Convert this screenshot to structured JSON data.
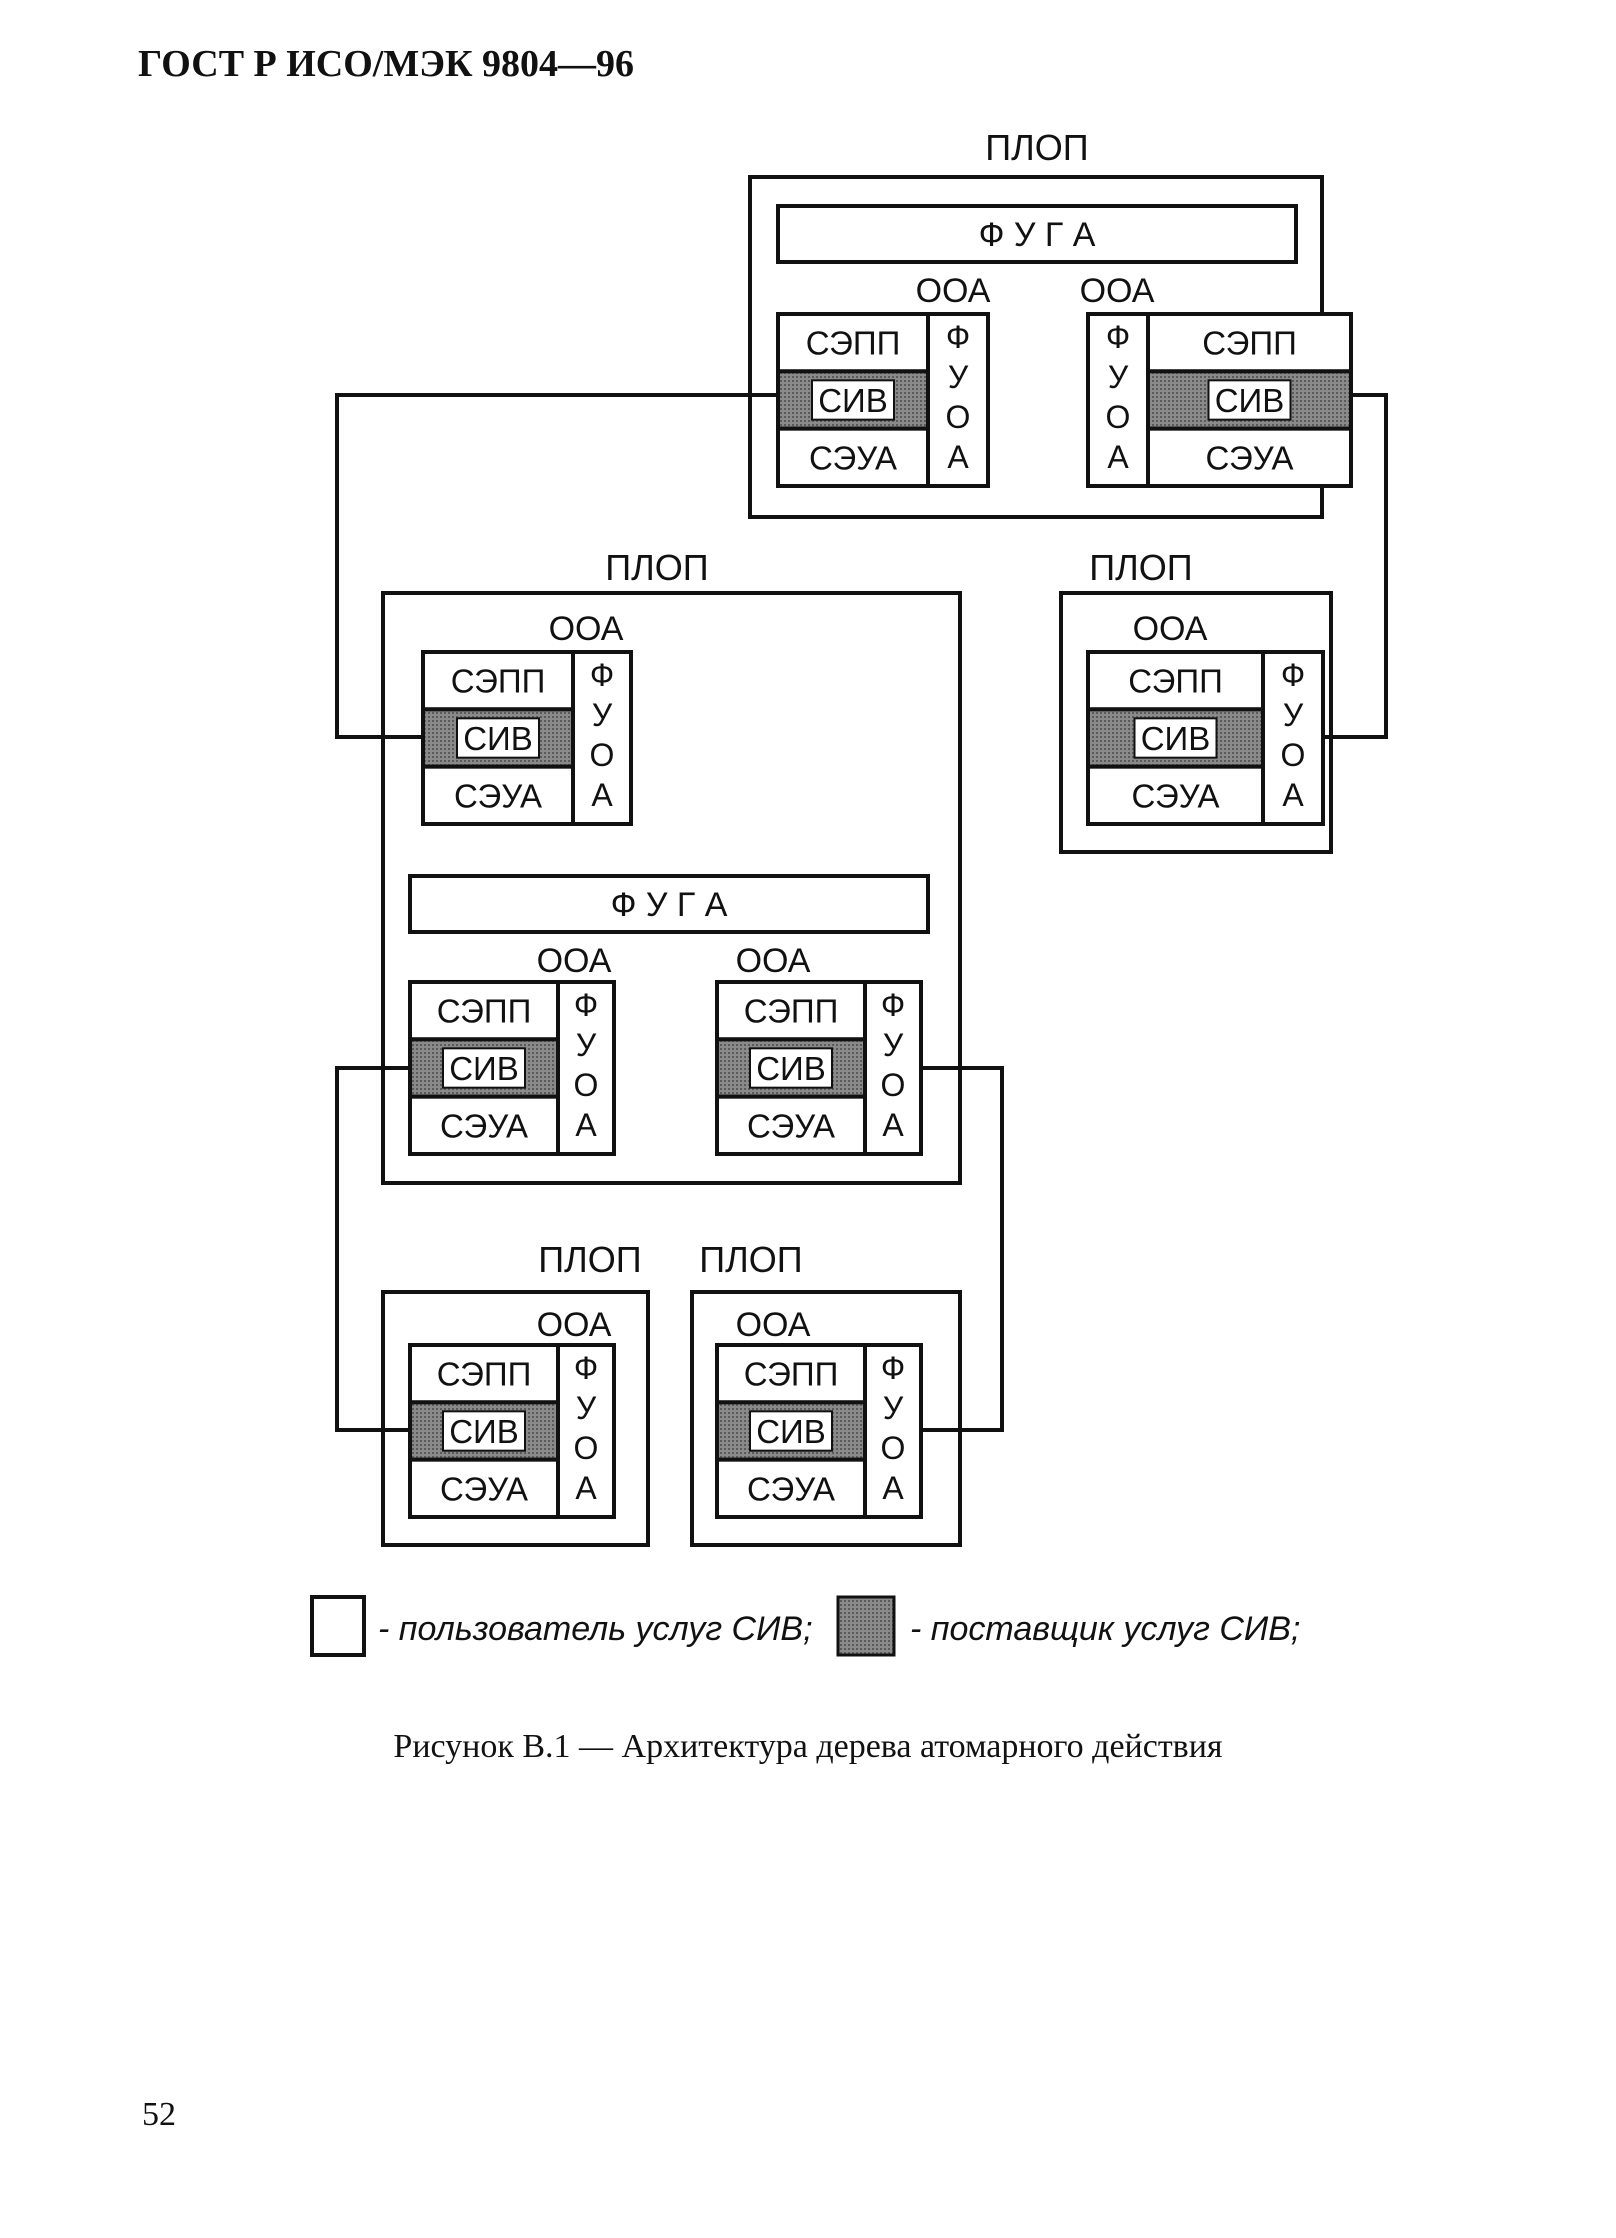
{
  "header": {
    "standard": "ГОСТ Р ИСО/МЭК 9804—96"
  },
  "labels": {
    "plop": "ПЛОП",
    "fuga": "Ф У Г А",
    "ooa": "ООА",
    "sepp": "СЭПП",
    "siv": "СИВ",
    "seua": "СЭУА",
    "fuoa_letters": [
      "Ф",
      "У",
      "О",
      "А"
    ]
  },
  "legend": {
    "user": "- пользователь услуг СИВ;",
    "provider": "- поставщик услуг СИВ;"
  },
  "caption": "Рисунок В.1 — Архитектура дерева атомарного действия",
  "page_number": "52",
  "colors": {
    "ink": "#111111",
    "provider_fill": "#808080",
    "user_fill": "#ffffff"
  }
}
